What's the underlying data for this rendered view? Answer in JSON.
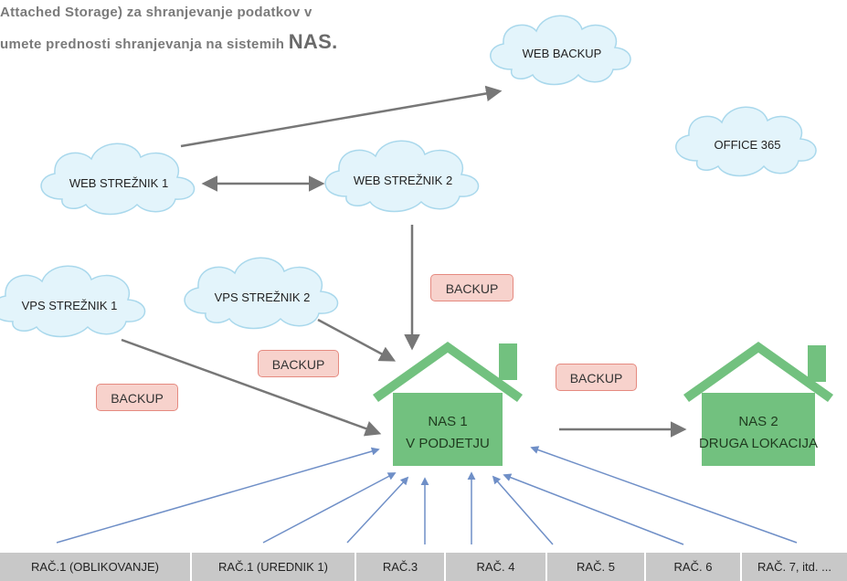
{
  "intro": {
    "line1": "Attached Storage) za shranjevanje podatkov v",
    "line2_prefix": "umete prednosti shranjevanja na sistemih",
    "line2_emph": "NAS."
  },
  "clouds": {
    "web_backup": "WEB BACKUP",
    "office365": "OFFICE 365",
    "web1": "WEB STREŽNIK 1",
    "web2": "WEB STREŽNIK 2",
    "vps1": "VPS STREŽNIK 1",
    "vps2": "VPS STREŽNIK 2"
  },
  "badges": {
    "b1": "BACKUP",
    "b2": "BACKUP",
    "b3": "BACKUP",
    "b4": "BACKUP"
  },
  "houses": {
    "nas1": [
      "NAS 1",
      "V PODJETJU"
    ],
    "nas2": [
      "NAS 2",
      "DRUGA LOKACIJA"
    ]
  },
  "computers": [
    "RAČ.1 (OBLIKOVANJE)",
    "RAČ.1 (UREDNIK 1)",
    "RAČ.3",
    "RAČ. 4",
    "RAČ. 5",
    "RAČ. 6",
    "RAČ. 7, itd. ..."
  ],
  "colors": {
    "cloud_fill": "#e3f4fb",
    "cloud_stroke": "#a9d8ec",
    "house": "#72c17f",
    "arrow_gray": "#777777",
    "arrow_blue": "#6f8fc7",
    "badge_fill": "#f7d2cc",
    "bar": "#c8c8c8"
  }
}
